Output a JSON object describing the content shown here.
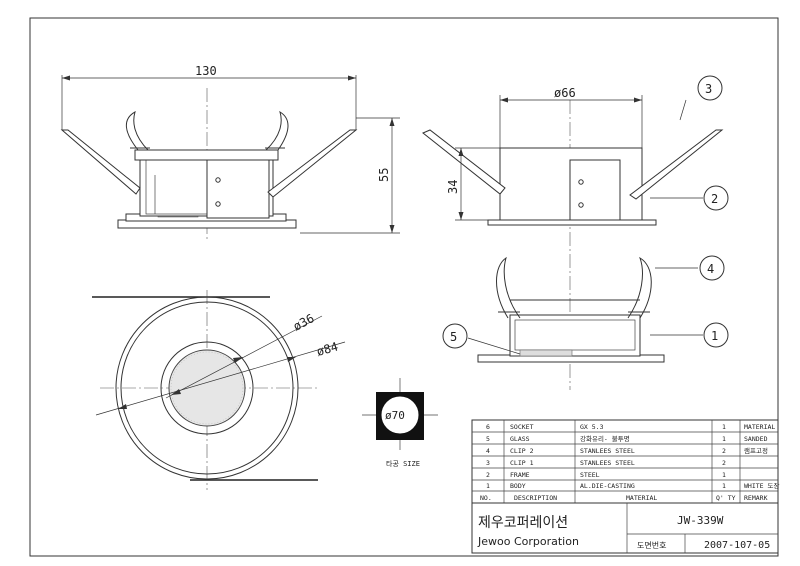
{
  "drawing": {
    "front_view": {
      "width_dim": "130",
      "height_dim": "55"
    },
    "side_view": {
      "diameter_dim": "ø66",
      "height_dim": "34"
    },
    "bottom_view": {
      "outer_dim": "ø84",
      "inner_dim": "ø36"
    },
    "cutout": {
      "diameter_dim": "ø70",
      "caption": "타공 SIZE"
    },
    "balloons": [
      "1",
      "2",
      "3",
      "4",
      "5"
    ]
  },
  "parts_table": {
    "header": {
      "no": "NO.",
      "description": "DESCRIPTION",
      "material": "MATERIAL",
      "qty": "Q' TY",
      "remark": "REMARK"
    },
    "rows": [
      {
        "no": "6",
        "description": "SOCKET",
        "material": "GX 5.3",
        "qty": "1",
        "remark": "MATERIAL"
      },
      {
        "no": "5",
        "description": "GLASS",
        "material": "강화유리- 불투명",
        "qty": "1",
        "remark": "SANDED"
      },
      {
        "no": "4",
        "description": "CLIP 2",
        "material": "STANLEES STEEL",
        "qty": "2",
        "remark": "램프고정"
      },
      {
        "no": "3",
        "description": "CLIP 1",
        "material": "STANLEES STEEL",
        "qty": "2",
        "remark": ""
      },
      {
        "no": "2",
        "description": "FRAME",
        "material": "STEEL",
        "qty": "1",
        "remark": ""
      },
      {
        "no": "1",
        "description": "BODY",
        "material": "AL.DIE-CASTING",
        "qty": "1",
        "remark": "WHITE 도장"
      }
    ]
  },
  "title_block": {
    "company_kr": "제우코퍼레이션",
    "company_en": "Jewoo Corporation",
    "model": "JW-339W",
    "drawing_no_label": "도면번호",
    "drawing_no": "2007-107-05"
  }
}
